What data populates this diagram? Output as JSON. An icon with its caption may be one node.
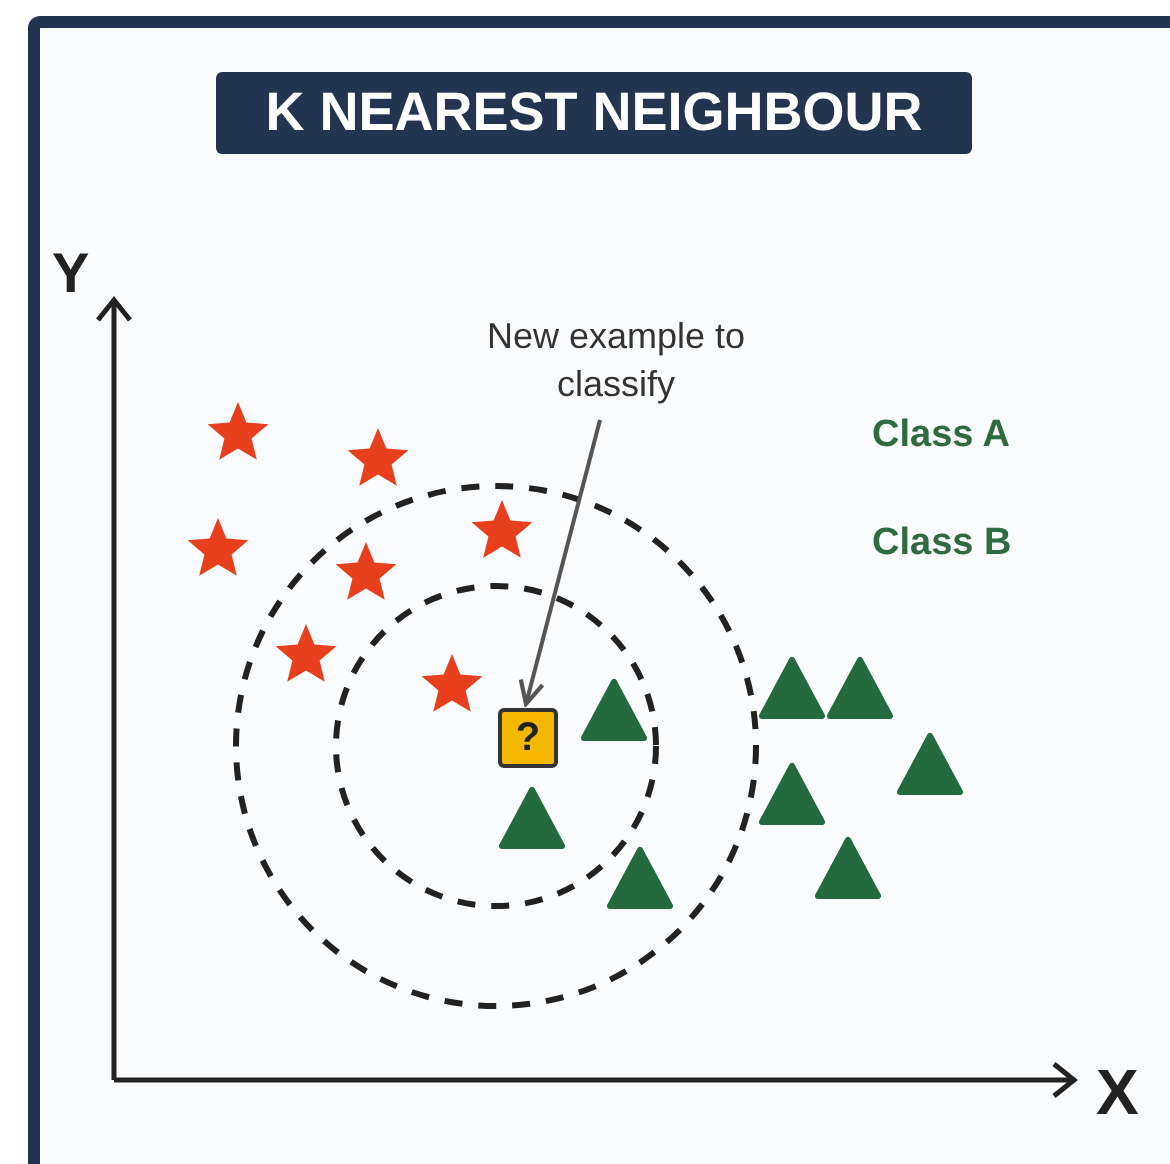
{
  "diagram": {
    "title": "K NEAREST NEIGHBOUR",
    "nodes": [
      {
        "text": [
          "New example to classify"
        ]
      },
      {
        "text": [
          "?"
        ]
      }
    ],
    "edges": [
      {
        "from": 0,
        "to": 1,
        "arrow": "to"
      }
    ],
    "labels": [
      "Y",
      "Class A",
      "Class B",
      "X"
    ]
  }
}
